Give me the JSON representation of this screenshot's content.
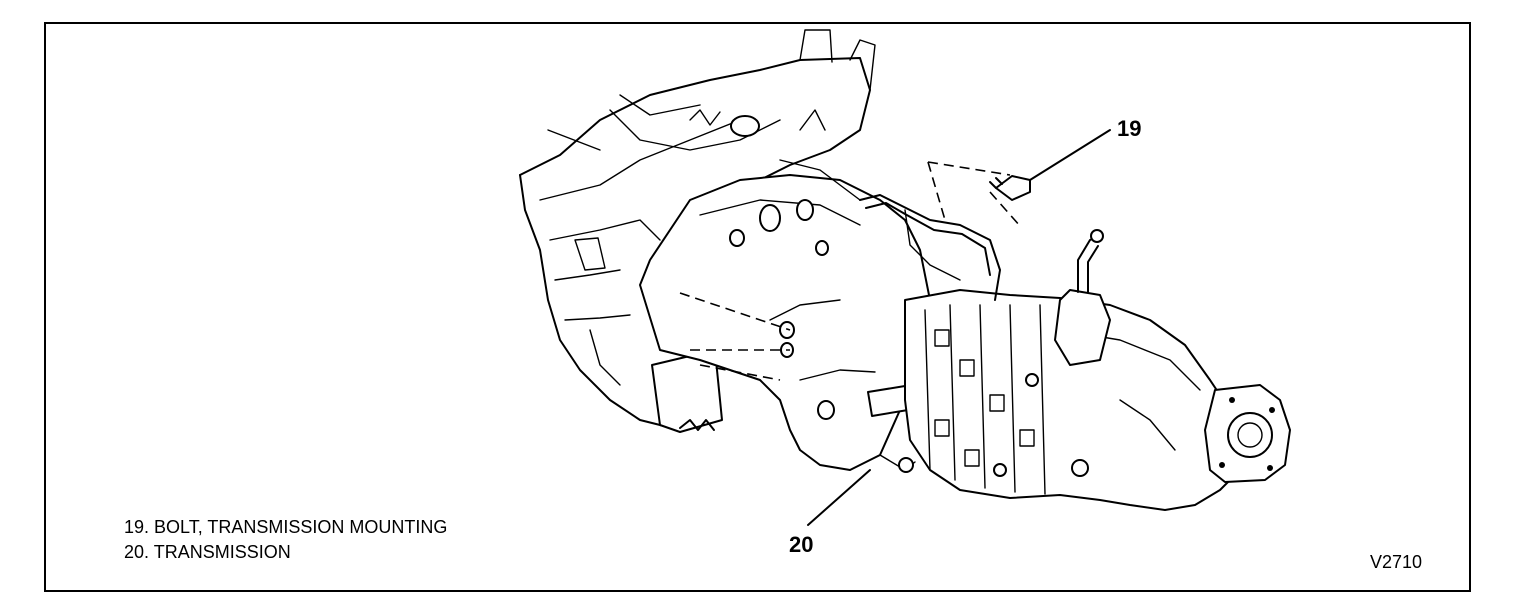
{
  "figure": {
    "figure_code": "V2710",
    "callouts": [
      {
        "number": "19"
      },
      {
        "number": "20"
      }
    ],
    "legend": [
      {
        "text": "19.  BOLT, TRANSMISSION MOUNTING"
      },
      {
        "text": "20.  TRANSMISSION"
      }
    ],
    "caption_fragment": ""
  }
}
